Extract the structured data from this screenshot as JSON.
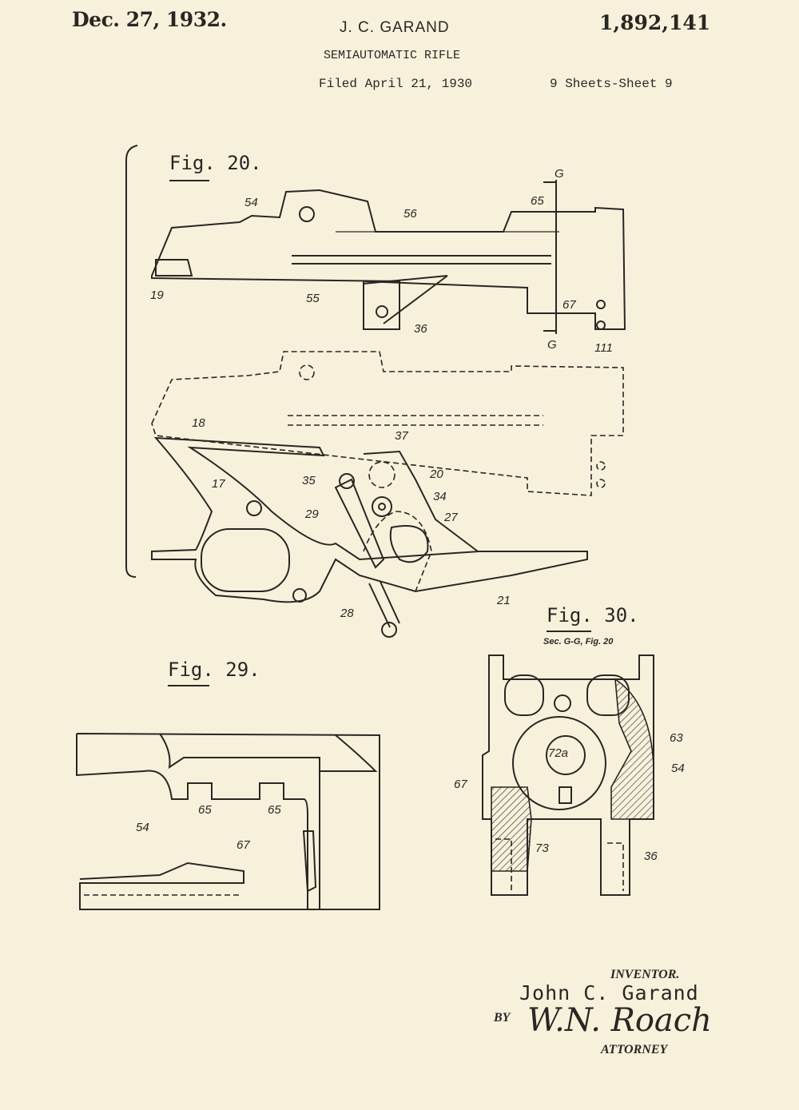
{
  "header": {
    "date": "Dec. 27, 1932.",
    "inventor": "J. C. GARAND",
    "patent_number": "1,892,141",
    "title": "SEMIAUTOMATIC RIFLE",
    "filed": "Filed April 21, 1930",
    "sheets": "9 Sheets-Sheet 9"
  },
  "fig20": {
    "label": "Fig. 20.",
    "refs": [
      "54",
      "56",
      "65",
      "G",
      "19",
      "55",
      "67",
      "36",
      "G",
      "111",
      "18",
      "37",
      "17",
      "20",
      "35",
      "34",
      "29",
      "27",
      "21",
      "28"
    ]
  },
  "fig29": {
    "label": "Fig. 29.",
    "refs": [
      "65",
      "65",
      "54",
      "67"
    ]
  },
  "fig30": {
    "label": "Fig. 30.",
    "section": "Sec. G-G, Fig. 20",
    "refs": [
      "72a",
      "63",
      "54",
      "67",
      "73",
      "36"
    ]
  },
  "signature": {
    "inventor_label": "INVENTOR.",
    "inventor_name": "John C. Garand",
    "by": "BY",
    "attorney_signature": "W.N. Roach",
    "attorney_label": "ATTORNEY"
  }
}
